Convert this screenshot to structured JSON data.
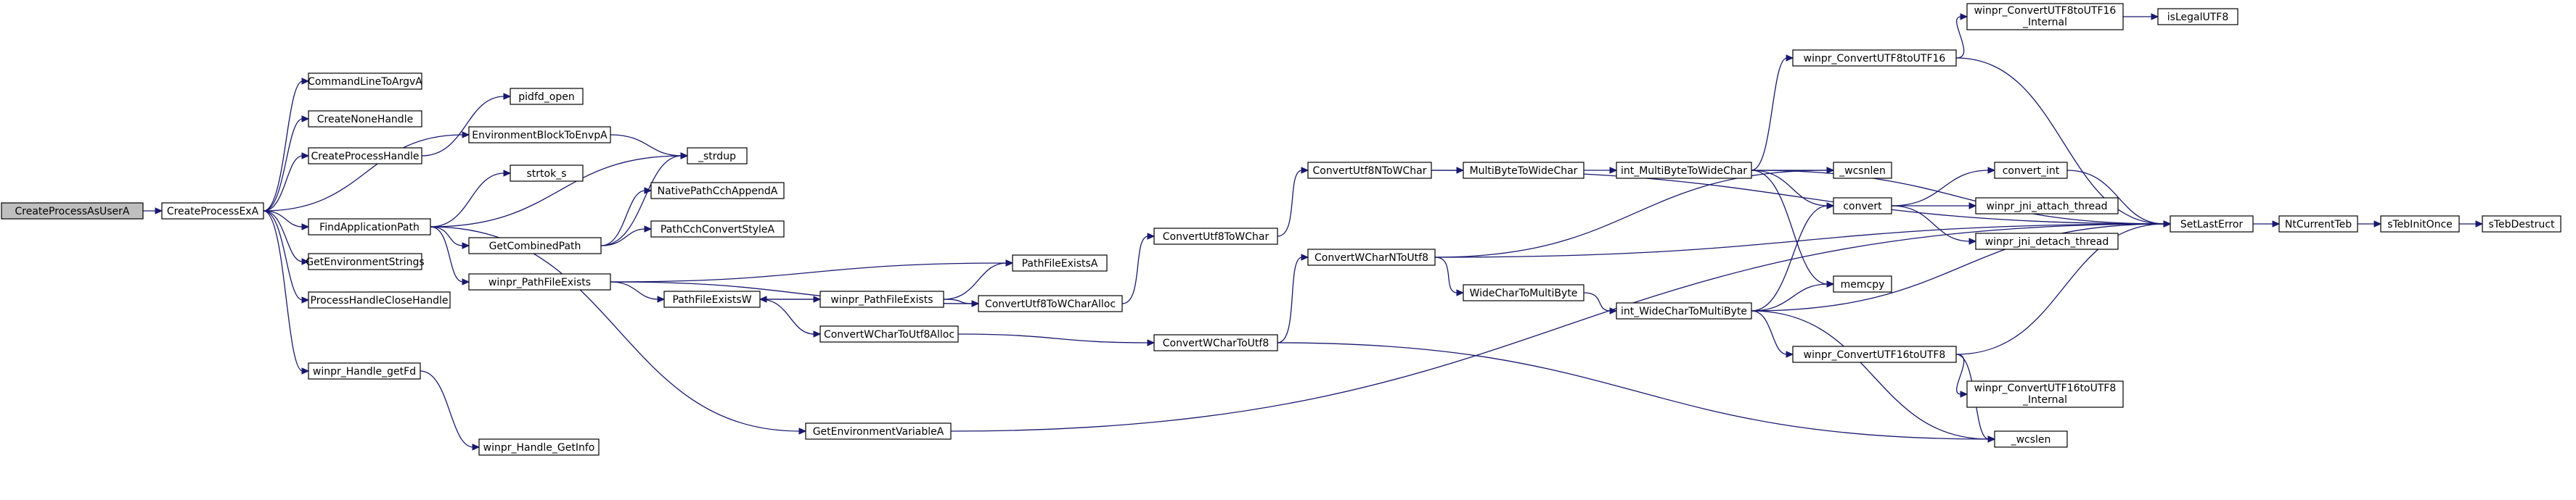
{
  "colors": {
    "edge": "#191970",
    "node_border": "#000000",
    "root_fill": "#bfbfbf",
    "background": "#ffffff"
  },
  "nodes": [
    {
      "id": "n0",
      "label": "CreateProcessAsUserA"
    },
    {
      "id": "n1",
      "label": "CreateProcessExA"
    },
    {
      "id": "n2",
      "label": "CommandLineToArgvA"
    },
    {
      "id": "n3",
      "label": "CreateNoneHandle"
    },
    {
      "id": "n4",
      "label": "CreateProcessHandle"
    },
    {
      "id": "n5",
      "label": "EnvironmentBlockToEnvpA"
    },
    {
      "id": "n6",
      "label": "FindApplicationPath"
    },
    {
      "id": "n7",
      "label": "GetEnvironmentStrings"
    },
    {
      "id": "n8",
      "label": "ProcessHandleCloseHandle"
    },
    {
      "id": "n9",
      "label": "winpr_Handle_getFd"
    },
    {
      "id": "n10",
      "label": "winpr_Handle_GetInfo"
    },
    {
      "id": "n11",
      "label": "pidfd_open"
    },
    {
      "id": "n12",
      "label": "_strdup"
    },
    {
      "id": "n13",
      "label": "strtok_s"
    },
    {
      "id": "n14",
      "label": "NativePathCchAppendA"
    },
    {
      "id": "n15",
      "label": "PathCchConvertStyleA"
    },
    {
      "id": "n16",
      "label": "GetCombinedPath"
    },
    {
      "id": "n17",
      "label": "winpr_PathFileExists"
    },
    {
      "id": "n18",
      "label": "PathFileExistsA"
    },
    {
      "id": "n19",
      "label": "PathFileExistsW"
    },
    {
      "id": "n20",
      "label": "winpr_PathFileExists"
    },
    {
      "id": "n21",
      "label": "ConvertWCharToUtf8Alloc"
    },
    {
      "id": "n22",
      "label": "ConvertUtf8ToWCharAlloc"
    },
    {
      "id": "n23",
      "label": "GetEnvironmentVariableA"
    },
    {
      "id": "n24",
      "label": "ConvertUtf8ToWChar"
    },
    {
      "id": "n25",
      "label": "ConvertWCharToUtf8"
    },
    {
      "id": "n26",
      "label": "ConvertUtf8NToWChar"
    },
    {
      "id": "n27",
      "label": "ConvertWCharNToUtf8"
    },
    {
      "id": "n28",
      "label": "MultiByteToWideChar"
    },
    {
      "id": "n29",
      "label": "WideCharToMultiByte"
    },
    {
      "id": "n30",
      "label": "int_MultiByteToWideChar"
    },
    {
      "id": "n31",
      "label": "int_WideCharToMultiByte"
    },
    {
      "id": "n32",
      "label": "winpr_ConvertUTF8toUTF16"
    },
    {
      "id": "n33",
      "label": "winpr_ConvertUTF8toUTF16",
      "label2": "_Internal"
    },
    {
      "id": "n34",
      "label": "isLegalUTF8"
    },
    {
      "id": "n35",
      "label": "_wcsnlen"
    },
    {
      "id": "n36",
      "label": "convert"
    },
    {
      "id": "n37",
      "label": "convert_int"
    },
    {
      "id": "n38",
      "label": "winpr_jni_attach_thread"
    },
    {
      "id": "n39",
      "label": "winpr_jni_detach_thread"
    },
    {
      "id": "n40",
      "label": "memcpy"
    },
    {
      "id": "n41",
      "label": "winpr_ConvertUTF16toUTF8"
    },
    {
      "id": "n42",
      "label": "winpr_ConvertUTF16toUTF8",
      "label2": "_Internal"
    },
    {
      "id": "n43",
      "label": "_wcslen"
    },
    {
      "id": "n44",
      "label": "SetLastError"
    },
    {
      "id": "n45",
      "label": "NtCurrentTeb"
    },
    {
      "id": "n46",
      "label": "sTebInitOnce"
    },
    {
      "id": "n47",
      "label": "sTebDestruct"
    }
  ],
  "edges": [
    [
      "n0",
      "n1"
    ],
    [
      "n1",
      "n2"
    ],
    [
      "n1",
      "n3"
    ],
    [
      "n1",
      "n4"
    ],
    [
      "n1",
      "n5"
    ],
    [
      "n1",
      "n6"
    ],
    [
      "n1",
      "n7"
    ],
    [
      "n1",
      "n8"
    ],
    [
      "n1",
      "n9"
    ],
    [
      "n9",
      "n10"
    ],
    [
      "n4",
      "n11"
    ],
    [
      "n5",
      "n12"
    ],
    [
      "n6",
      "n12"
    ],
    [
      "n6",
      "n13"
    ],
    [
      "n6",
      "n16"
    ],
    [
      "n6",
      "n17"
    ],
    [
      "n6",
      "n23"
    ],
    [
      "n16",
      "n12"
    ],
    [
      "n16",
      "n14"
    ],
    [
      "n16",
      "n15"
    ],
    [
      "n17",
      "n18"
    ],
    [
      "n17",
      "n19"
    ],
    [
      "n17",
      "n22"
    ],
    [
      "n19",
      "n20"
    ],
    [
      "n20",
      "n19"
    ],
    [
      "n20",
      "n18"
    ],
    [
      "n20",
      "n22"
    ],
    [
      "n19",
      "n21"
    ],
    [
      "n21",
      "n25"
    ],
    [
      "n22",
      "n24"
    ],
    [
      "n24",
      "n26"
    ],
    [
      "n25",
      "n27"
    ],
    [
      "n25",
      "n43"
    ],
    [
      "n26",
      "n28"
    ],
    [
      "n26",
      "n44"
    ],
    [
      "n27",
      "n29"
    ],
    [
      "n27",
      "n35"
    ],
    [
      "n27",
      "n44"
    ],
    [
      "n28",
      "n30"
    ],
    [
      "n29",
      "n31"
    ],
    [
      "n30",
      "n32"
    ],
    [
      "n30",
      "n35"
    ],
    [
      "n30",
      "n36"
    ],
    [
      "n30",
      "n40"
    ],
    [
      "n30",
      "n44"
    ],
    [
      "n32",
      "n33"
    ],
    [
      "n32",
      "n44"
    ],
    [
      "n33",
      "n34"
    ],
    [
      "n36",
      "n37"
    ],
    [
      "n36",
      "n38"
    ],
    [
      "n36",
      "n39"
    ],
    [
      "n37",
      "n44"
    ],
    [
      "n31",
      "n36"
    ],
    [
      "n31",
      "n40"
    ],
    [
      "n31",
      "n41"
    ],
    [
      "n31",
      "n43"
    ],
    [
      "n31",
      "n44"
    ],
    [
      "n41",
      "n42"
    ],
    [
      "n41",
      "n43"
    ],
    [
      "n41",
      "n44"
    ],
    [
      "n23",
      "n44"
    ],
    [
      "n44",
      "n45"
    ],
    [
      "n45",
      "n46"
    ],
    [
      "n46",
      "n47"
    ]
  ]
}
